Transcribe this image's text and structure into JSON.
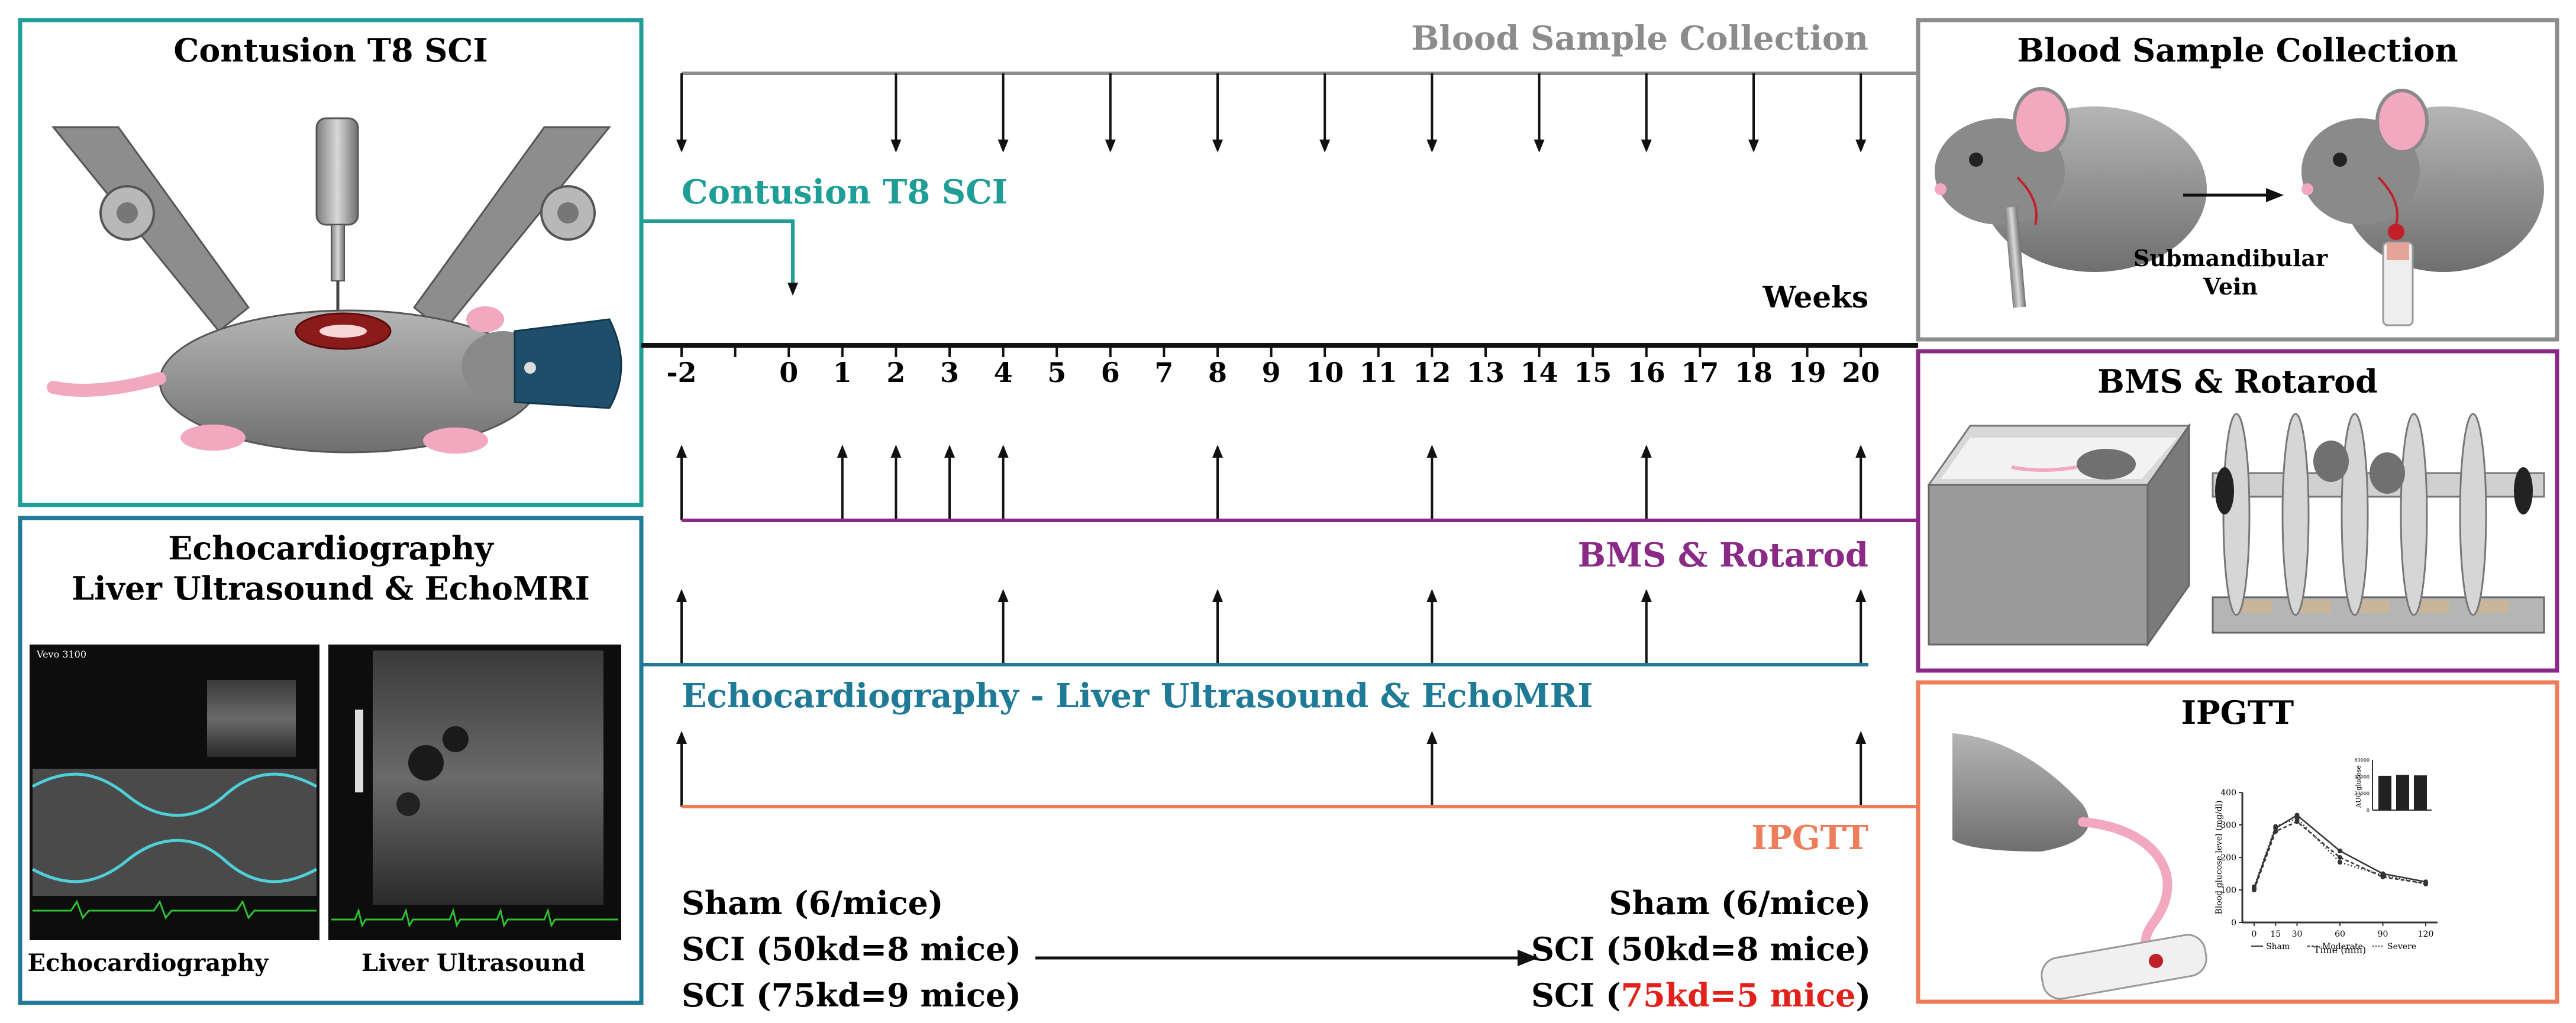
{
  "colors": {
    "teal": "#1f9e97",
    "gray": "#8c8c8c",
    "purple": "#8b2a86",
    "blue": "#1e7a96",
    "orange": "#ee7d5b",
    "red": "#e3211c",
    "black": "#111111"
  },
  "panels": {
    "contusion": {
      "title": "Contusion T8 SCI"
    },
    "echo": {
      "title_line1": "Echocardiography",
      "title_line2": "Liver Ultrasound & EchoMRI",
      "caption_left": "Echocardiography",
      "caption_right": "Liver Ultrasound",
      "screen_brand": "Vevo 3100"
    },
    "blood": {
      "title": "Blood Sample Collection",
      "label_line1": "Submandibular",
      "label_line2": "Vein"
    },
    "bms": {
      "title": "BMS & Rotarod"
    },
    "ipgtt": {
      "title": "IPGTT",
      "ylabel": "Blood glucose level (mg/dl)",
      "xlabel": "Time (min)",
      "legend": [
        "Sham",
        "Moderate",
        "Severe"
      ],
      "inset_ylabel": "AUC glucose"
    }
  },
  "timeline": {
    "weeks_label": "Weeks",
    "ticks": [
      "-2",
      "0",
      "1",
      "2",
      "3",
      "4",
      "5",
      "6",
      "7",
      "8",
      "9",
      "10",
      "11",
      "12",
      "13",
      "14",
      "15",
      "16",
      "17",
      "18",
      "19",
      "20"
    ],
    "tick_positions": [
      -2,
      -1,
      0,
      1,
      2,
      3,
      4,
      5,
      6,
      7,
      8,
      9,
      10,
      11,
      12,
      13,
      14,
      15,
      16,
      17,
      18,
      19,
      20
    ],
    "blood_label": "Blood Sample Collection",
    "blood_weeks": [
      -2,
      2,
      4,
      6,
      8,
      10,
      12,
      14,
      16,
      18,
      20
    ],
    "contusion_label": "Contusion T8 SCI",
    "contusion_week": 0,
    "bms_label": "BMS & Rotarod",
    "bms_weeks": [
      -2,
      1,
      2,
      3,
      4,
      8,
      12,
      16,
      20
    ],
    "echo_label": "Echocardiography - Liver Ultrasound & EchoMRI",
    "echo_weeks": [
      -2,
      4,
      8,
      12,
      16,
      20
    ],
    "ipgtt_label": "IPGTT",
    "ipgtt_weeks": [
      -2,
      12,
      20
    ]
  },
  "cohorts": {
    "start": [
      "Sham (6/mice)",
      "SCI (50kd=8 mice)",
      "SCI (75kd=9 mice)"
    ],
    "end_1": "Sham (6/mice)",
    "end_2": "SCI (50kd=8 mice)",
    "end_3_prefix": "SCI (",
    "end_3_highlight": "75kd=5 mice",
    "end_3_suffix": ")"
  },
  "ipgtt_chart": {
    "x": [
      0,
      15,
      30,
      60,
      90,
      120
    ],
    "series": [
      {
        "name": "Sham",
        "values": [
          105,
          290,
          330,
          220,
          150,
          125
        ]
      },
      {
        "name": "Moderate",
        "values": [
          100,
          280,
          310,
          200,
          140,
          120
        ]
      },
      {
        "name": "Severe",
        "values": [
          110,
          295,
          320,
          185,
          145,
          118
        ]
      }
    ],
    "ylim": [
      0,
      400
    ],
    "yticks": [
      "0",
      "100",
      "200",
      "300",
      "400"
    ],
    "xticks": [
      "0",
      "15",
      "30",
      "60",
      "90",
      "120"
    ],
    "inset_bars": [
      41000,
      42000,
      41500
    ],
    "inset_yticks": [
      "0",
      "20000",
      "40000",
      "60000"
    ]
  }
}
